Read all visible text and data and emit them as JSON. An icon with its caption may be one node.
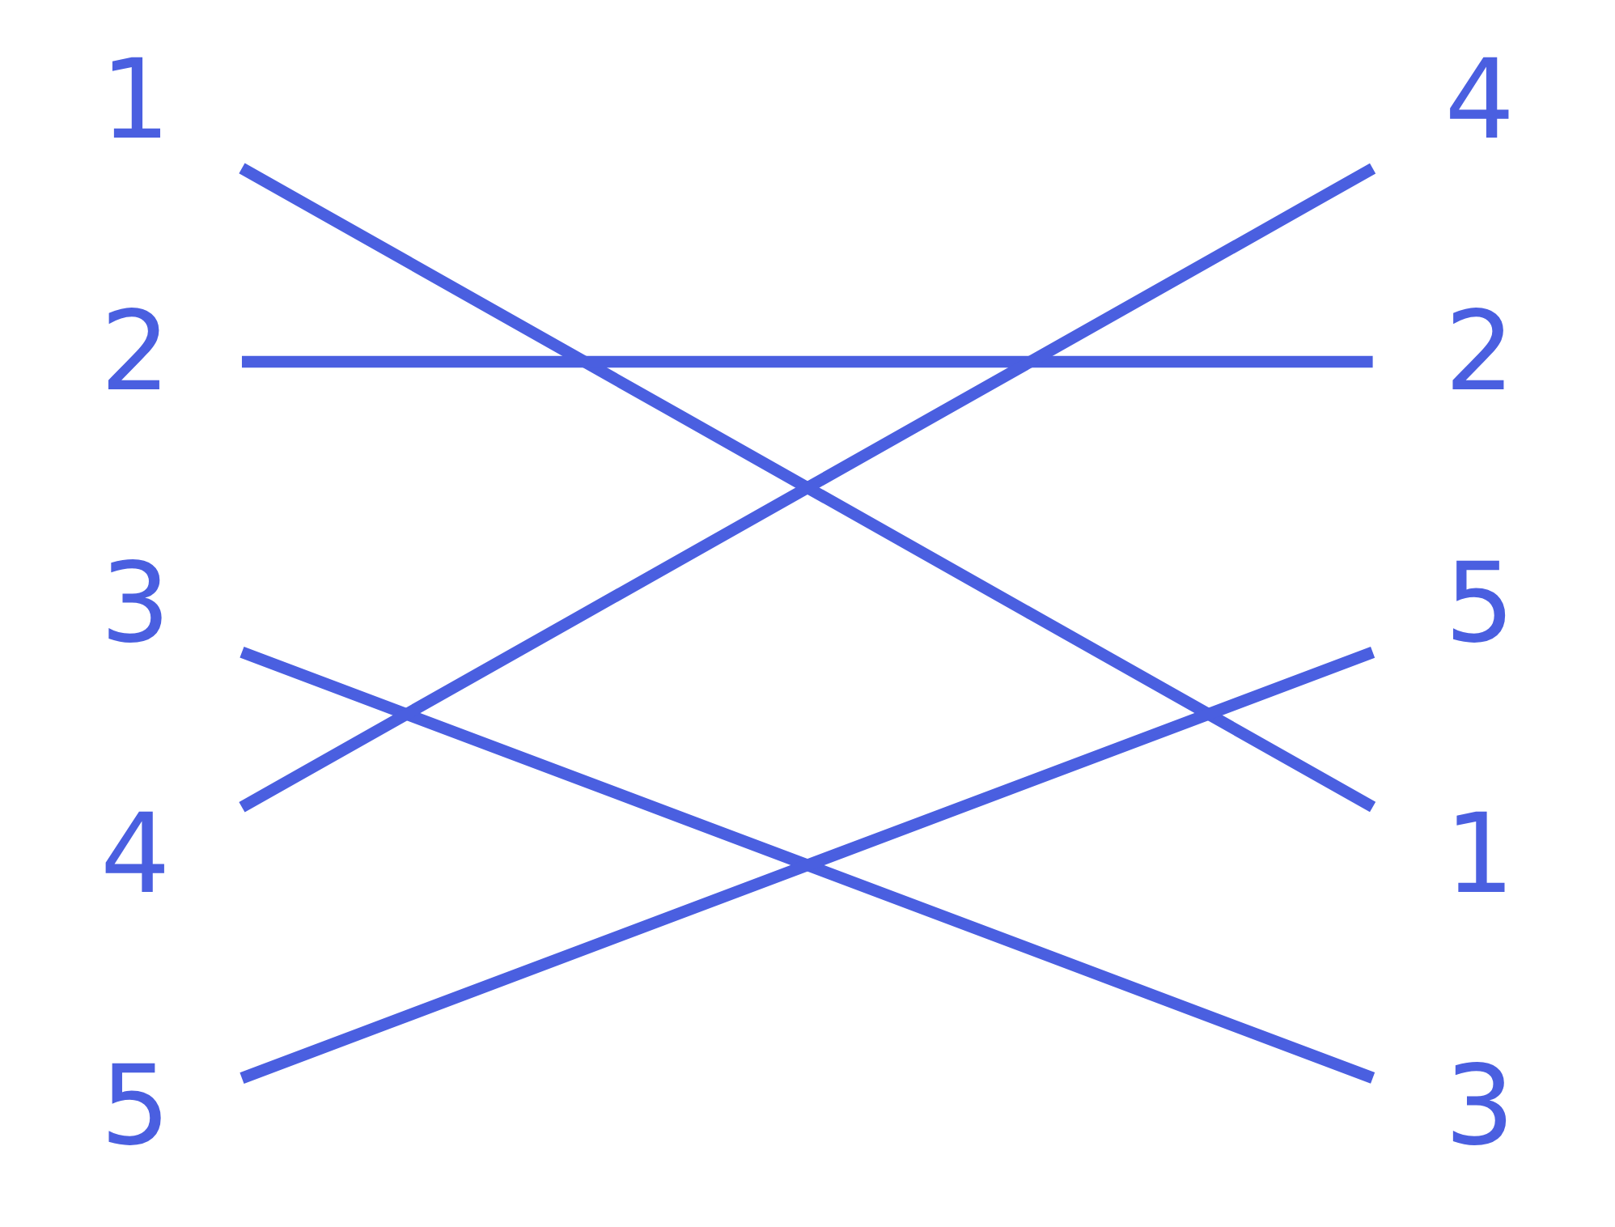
{
  "diagram": {
    "nodes": [
      {
        "text": [
          "1"
        ]
      },
      {
        "text": [
          "2"
        ]
      },
      {
        "text": [
          "3"
        ]
      },
      {
        "text": [
          "4"
        ]
      },
      {
        "text": [
          "5"
        ]
      },
      {
        "text": [
          "4"
        ]
      },
      {
        "text": [
          "2"
        ]
      },
      {
        "text": [
          "5"
        ]
      },
      {
        "text": [
          "1"
        ]
      },
      {
        "text": [
          "3"
        ]
      }
    ],
    "edges": [
      {
        "from": 0,
        "to": 8,
        "arrow": "none"
      },
      {
        "from": 1,
        "to": 6,
        "arrow": "none"
      },
      {
        "from": 2,
        "to": 9,
        "arrow": "none"
      },
      {
        "from": 3,
        "to": 5,
        "arrow": "none"
      },
      {
        "from": 4,
        "to": 7,
        "arrow": "none"
      }
    ]
  }
}
